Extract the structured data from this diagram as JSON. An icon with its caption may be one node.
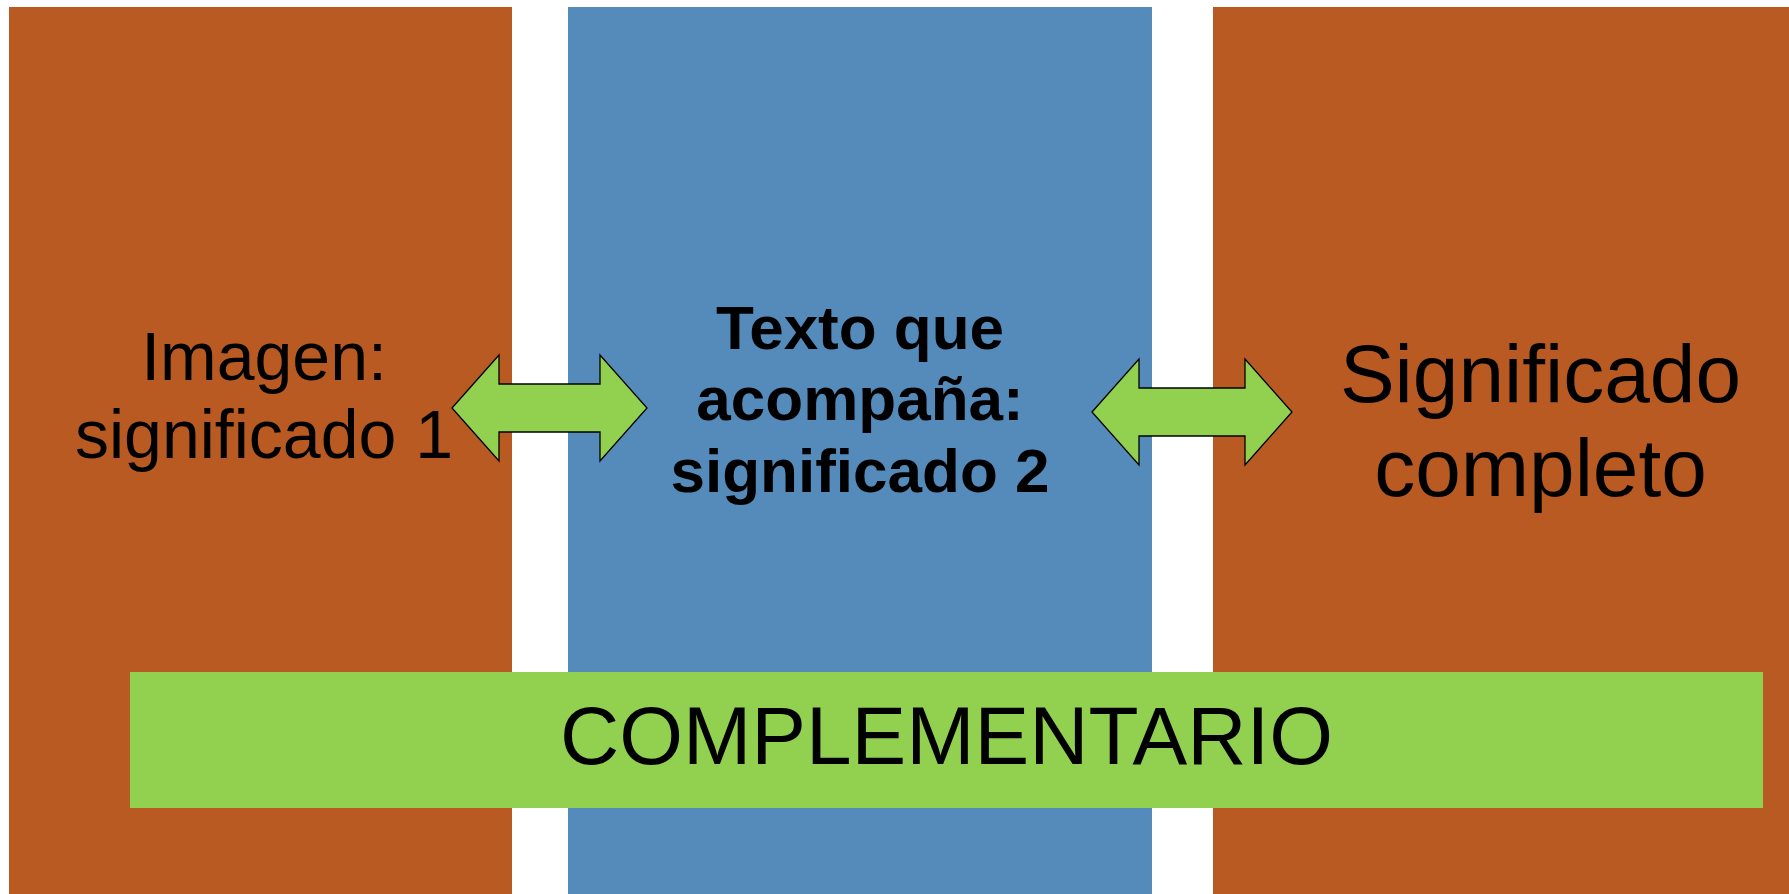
{
  "diagram": {
    "nodes": [
      {
        "text": [
          "Imagen: significado 1"
        ]
      },
      {
        "text": [
          "Texto que acompaña: significado 2"
        ]
      },
      {
        "text": [
          "Significado completo"
        ]
      },
      {
        "text": [
          "COMPLEMENTARIO"
        ]
      }
    ],
    "edges": [
      {
        "from": 0,
        "to": 1,
        "arrow": "both"
      },
      {
        "from": 1,
        "to": 2,
        "arrow": "both"
      }
    ]
  }
}
